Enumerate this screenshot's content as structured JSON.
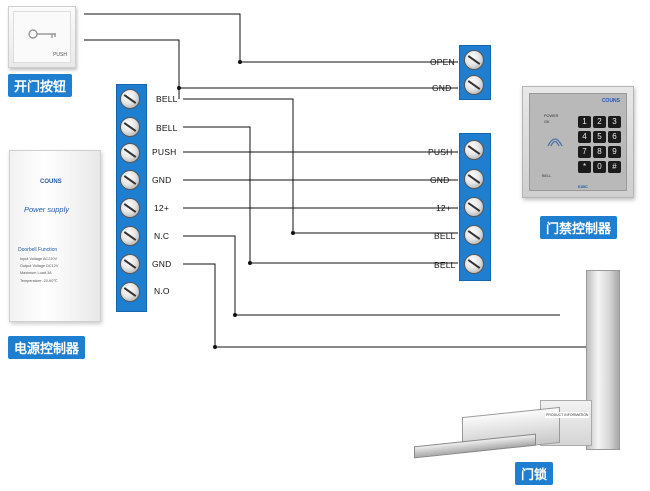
{
  "labels": {
    "exit_button": "开门按钮",
    "power_controller": "电源控制器",
    "access_controller": "门禁控制器",
    "door_lock": "门锁"
  },
  "exit_button": {
    "text": "PUSH"
  },
  "power_supply": {
    "brand": "COUNS",
    "title": "Power supply",
    "subtitle": "Doorbell Function",
    "specs": [
      "Input Voltage AC220V",
      "Output Voltage DC12V",
      "Maximum Load 3A",
      "Temperature -20-60℃"
    ],
    "terminals": [
      "BELL",
      "BELL",
      "PUSH",
      "GND",
      "12+",
      "N.C",
      "GND",
      "N.O"
    ]
  },
  "controller": {
    "top_terminals": [
      "OPEN",
      "GND"
    ],
    "terminals": [
      "PUSH",
      "GND",
      "12+",
      "BELL",
      "BELL"
    ],
    "brand": "COUNS",
    "model": "K55C",
    "power_led": "POWER",
    "ok_led": "OK",
    "bell_label": "BELL",
    "keys": [
      "1",
      "2",
      "3",
      "4",
      "5",
      "6",
      "7",
      "8",
      "9",
      "*",
      "0",
      "#"
    ]
  },
  "lock": {
    "plate_text": "PRODUCT INFORMATION"
  },
  "colors": {
    "accent": "#1e7fd1",
    "wire": "#111111"
  }
}
